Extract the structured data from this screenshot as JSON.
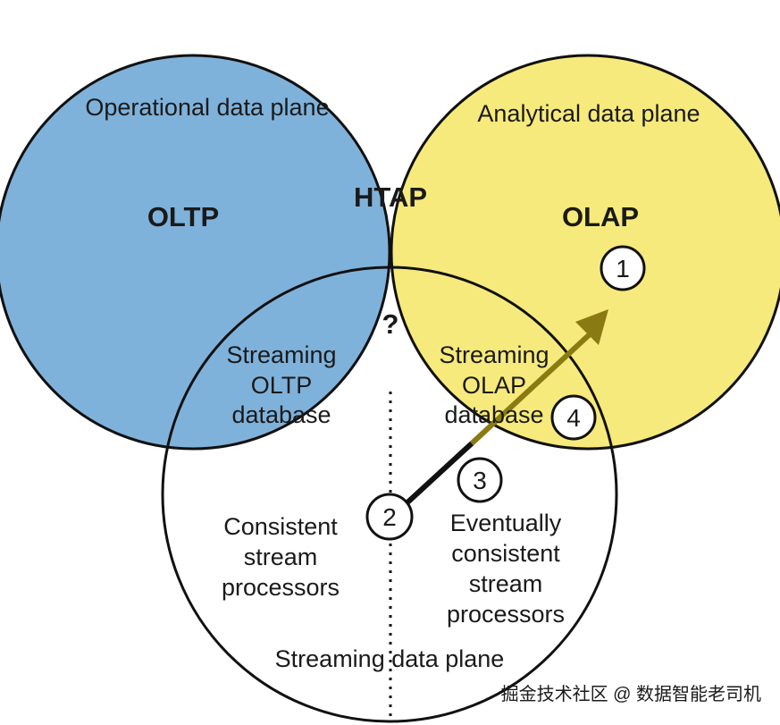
{
  "planes": {
    "operational": "Operational data plane",
    "analytical": "Analytical data plane",
    "streaming": "Streaming data plane"
  },
  "regions": {
    "oltp": "OLTP",
    "olap": "OLAP",
    "htap": "HTAP",
    "unknown": "?",
    "streaming_oltp": [
      "Streaming",
      "OLTP",
      "database"
    ],
    "streaming_olap": [
      "Streaming",
      "OLAP",
      "database"
    ],
    "consistent": [
      "Consistent",
      "stream",
      "processors"
    ],
    "eventual": [
      "Eventually",
      "consistent",
      "stream",
      "processors"
    ]
  },
  "markers": [
    "1",
    "2",
    "3",
    "4"
  ],
  "colors": {
    "operational_fill": "#7FB2DB",
    "analytical_fill": "#F7EA7C",
    "htap_fill": "#BBC373",
    "streaming_fill": "#FFFFFF",
    "arrow_head_segment": "#8A7A12",
    "outline": "#111111"
  },
  "watermark": "掘金技术社区 @ 数据智能老司机"
}
